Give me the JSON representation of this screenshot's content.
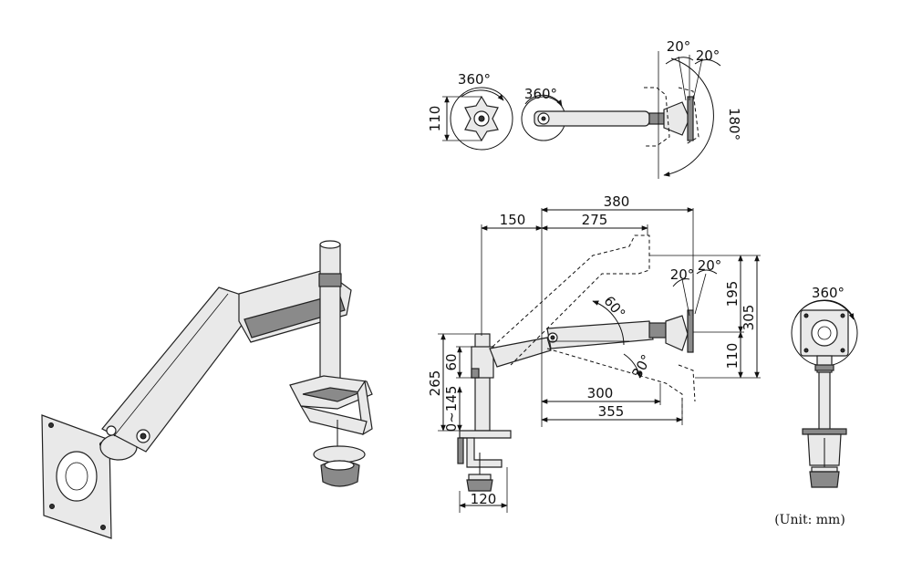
{
  "colors": {
    "line": "#111111",
    "metal": "#e9e9e9",
    "shade": "#8a8a8a",
    "dark": "#333333"
  },
  "top_view": {
    "rot_base": "360°",
    "rot_arm": "360°",
    "height": "110",
    "tilt_left": "20°",
    "tilt_right": "20°",
    "swivel": "180°"
  },
  "side_view": {
    "reach_total": "380",
    "reach_left": "150",
    "reach_mid": "275",
    "tilt_left": "20°",
    "tilt_right": "20°",
    "arm_up": "60°",
    "arm_down": "30°",
    "up_height": "195",
    "total_height": "305",
    "down_height": "110",
    "pole_height": "265",
    "block_height": "60",
    "adjust_range": "0~145",
    "arm_len_low": "300",
    "arm_len_total": "355",
    "clamp_width": "120"
  },
  "front_view": {
    "rotation": "360°"
  },
  "unit_label": "(Unit: mm)"
}
